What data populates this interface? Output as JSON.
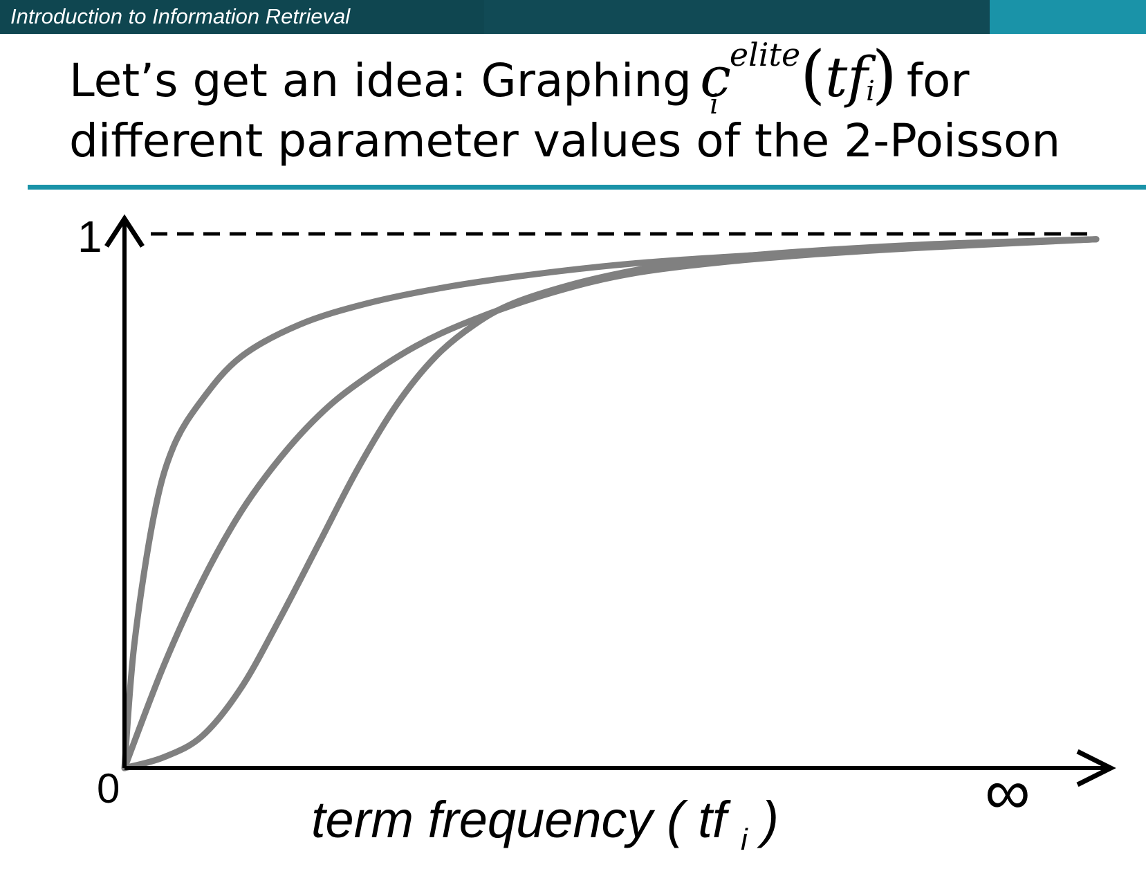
{
  "header": {
    "course_title": "Introduction to Information Retrieval",
    "colors": {
      "bar": "#114a55",
      "accent": "#1a93a8"
    }
  },
  "slide": {
    "title_prefix": "Let’s get an idea: Graphing",
    "formula_symbol": "c",
    "formula_superscript": "elite",
    "formula_subscript": "i",
    "formula_open_paren": "(",
    "formula_argument": "tf",
    "formula_argument_subscript": "i",
    "formula_close_paren": ")",
    "title_suffix": "for",
    "title_line2": "different parameter values of the 2-Poisson"
  },
  "chart_data": {
    "type": "line",
    "title": "",
    "xlabel": "term frequency ( tf",
    "xlabel_subscript": "i",
    "xlabel_close": ")",
    "ylabel": "",
    "x_ticks": [
      "0",
      "∞"
    ],
    "y_ticks": [
      "1"
    ],
    "xlim": [
      0,
      1
    ],
    "ylim": [
      0,
      1
    ],
    "asymptote": {
      "y": 1,
      "style": "dashed"
    },
    "grid": false,
    "legend": "none",
    "series_color": "#808080",
    "series": [
      {
        "x": [
          0,
          0.01,
          0.03,
          0.05,
          0.08,
          0.12,
          0.18,
          0.25,
          0.33,
          0.42,
          0.52,
          0.62,
          0.72,
          0.83,
          1.0
        ],
        "y": [
          0,
          0.23,
          0.47,
          0.6,
          0.69,
          0.77,
          0.83,
          0.87,
          0.9,
          0.924,
          0.944,
          0.957,
          0.967,
          0.977,
          0.99
        ]
      },
      {
        "x": [
          0,
          0.04,
          0.08,
          0.12,
          0.16,
          0.2,
          0.24,
          0.3,
          0.36,
          0.44,
          0.52,
          0.62,
          0.72,
          0.83,
          1.0
        ],
        "y": [
          0,
          0.19,
          0.35,
          0.48,
          0.58,
          0.66,
          0.72,
          0.79,
          0.84,
          0.89,
          0.925,
          0.948,
          0.963,
          0.975,
          0.99
        ]
      },
      {
        "x": [
          0,
          0.04,
          0.08,
          0.12,
          0.16,
          0.2,
          0.24,
          0.28,
          0.32,
          0.36,
          0.4,
          0.46,
          0.52,
          0.58,
          0.66,
          0.75,
          0.85,
          1.0
        ],
        "y": [
          0,
          0.02,
          0.06,
          0.15,
          0.28,
          0.42,
          0.56,
          0.68,
          0.77,
          0.83,
          0.87,
          0.905,
          0.93,
          0.948,
          0.962,
          0.973,
          0.982,
          0.99
        ]
      }
    ]
  }
}
